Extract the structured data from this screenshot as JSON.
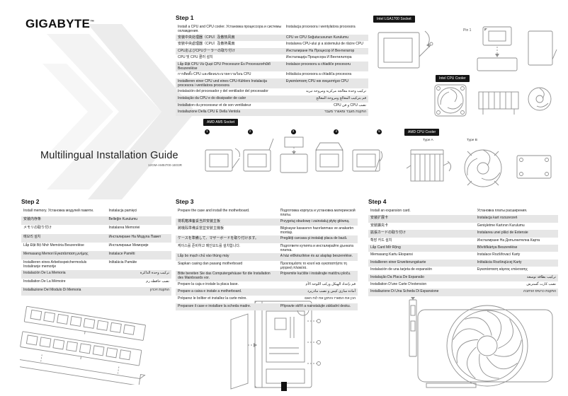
{
  "brand": {
    "name": "GIGABYTE",
    "tm": "™"
  },
  "title": "Multilingual Installation Guide",
  "part_code": "12GM-AM5I700-1E03R",
  "colors": {
    "label_bg": "#151515",
    "row_alt": "#e6e6e6",
    "text": "#1a1a1a",
    "line_art": "#8f8f8f"
  },
  "section_labels": {
    "intel_socket": "Intel LGA1700 Socket",
    "intel_cooler": "Intel CPU Cooler",
    "amd_socket": "AMD AM5 Socket",
    "amd_cooler": "AMD CPU Cooler",
    "type_a": "Type A",
    "type_b": "Type B",
    "pin1": "Pin 1"
  },
  "amd_step_numbers": [
    "1",
    "2",
    "3",
    "4",
    "5"
  ],
  "steps": [
    {
      "title": "Step 1",
      "rows": [
        {
          "left": "Install a CPU and CPU cooler. Установка процессора и системы охлаждения.",
          "right": "Instalacja procesora i wentylatora procesora"
        },
        {
          "left": "安装中央处理器（CPU）及散热风扇",
          "right": "CPU ve CPU Soğutucusunun Kurulumu"
        },
        {
          "left": "安裝中央處理器（CPU）及散熱風扇",
          "right": "Instalarea CPU-ului şi a sistemului de răcire CPU"
        },
        {
          "left": "CPUおよびCPUクーラーの取り付け",
          "right": "Инсталиране На Процесор И Вентилатор"
        },
        {
          "left": "CPU 및 CPU 쿨러 설치",
          "right": "Инсталација Процесора И Вентилатора"
        },
        {
          "left": "Lắp Đặt CPU Và Quạt CPU Processzor És Processzorhűtő Beszerelése",
          "right": "Instalace procesoru a chladiče procesoru"
        },
        {
          "left": "การติดตั้ง CPU และพัดลมระบายความร้อน CPU",
          "right": "Inštalácia procesora a chladiča procesora"
        },
        {
          "left": "Installieren einer CPU und eines CPU-Kühlers Instalacija procesora i ventilatora procesora",
          "right": "Εγκατάσταση CPU και ανεμιστήρα CPU"
        },
        {
          "left": "Instalación del procesador y del ventilador del procesador",
          "right": "تركيب وحدة معالجة مركزية ومروحة تبريد"
        },
        {
          "left": "Instalação da CPU e do dissipador de calor",
          "right": "قم بتركيب المعالج ومروحة المعالج"
        },
        {
          "left": "Installation du processeur et de son ventilateur",
          "right": "نصب CPU و فن CPU"
        },
        {
          "left": "Installazione Della CPU E Della Ventola",
          "right": "התקנת מעבד ומאוורר מעבד"
        }
      ]
    },
    {
      "title": "Step 2",
      "rows": [
        {
          "left": "Install memory. Установка модулей памяти.",
          "right": "Instalacja pamięci"
        },
        {
          "left": "安装内存条",
          "right": "Belleğin Kurulumu"
        },
        {
          "left": "メモリの取り付け",
          "right": "Instalarea Memoriei"
        },
        {
          "left": "메모리 설치",
          "right": "Инсталиране На Модула Памет"
        },
        {
          "left": "Lắp Đặt Bộ Nhớ Memória Beszerelése",
          "right": "Инсталирање Меморије"
        },
        {
          "left": "Memasang Memori Εγκατάσταση μνήμης",
          "right": "Instalace Paměti"
        },
        {
          "left": "Installieren eines Arbeitsspeichermoduls Instaliranje memorije",
          "right": "Inštalácia Pamäte"
        },
        {
          "left": "Instalación De La Memoria",
          "right": "تركيب وحدة الذاكرة"
        },
        {
          "left": "Installation De La Mémoire",
          "right": "نصب حافظه رم"
        },
        {
          "left": "Installazione Del Modulo Di Memoria",
          "right": "התקנת זיכרון"
        }
      ]
    },
    {
      "title": "Step 3",
      "rows": [
        {
          "left": "Prepare the case and install the motherboard.",
          "right": "Подготовка корпуса и установка материнской платы."
        },
        {
          "left": "将机箱准备妥当并安装主板",
          "right": "Przygotuj obudowę i zainstaluj płytę główną."
        },
        {
          "left": "將機殼準備妥當並安裝主機板",
          "right": "Bilgisayar kasasının hazırlanması ve anakartın montajı."
        },
        {
          "left": "ケースを準備して、マザーボードを取り付けます。",
          "right": "Pregătiţi carcasa şi instalaţi placa de bază."
        },
        {
          "left": "케이스를 준비하고 메인보드를 설치합니다.",
          "right": "Подгответе кутията и инсталирайте дънната платка."
        },
        {
          "left": "Lắp bo mạch chủ vào thùng máy",
          "right": "A ház előkészítése és az alaplap beszerelése."
        },
        {
          "left": "Siapkan casing dan pasang motherboard",
          "right": "Προετοιμάστε το κουτί και εγκαταστήστε τη μητρική πλακέτα."
        },
        {
          "left": "Bitte bereiten Sie das Computergehäuse für die Installation des Mainboards vor.",
          "right": "Pripremite kućište i instalirajte matičnu ploču."
        },
        {
          "left": "Prepare la caja e instale la placa base.",
          "right": "قم بإعداد الهيكل وركب اللوحة الأم"
        },
        {
          "left": "Prepare a caixa e instale a motherboard.",
          "right": "آماده سازی کیس و نصب مادربرد"
        },
        {
          "left": "Préparez le boîtier et installez la carte mère.",
          "right": "הכן את המארז והתקן את לוח האם"
        },
        {
          "left": "Preparare il case e installare la scheda madre.",
          "right": "Připravte skříň a nainstalujte základní desku."
        }
      ]
    },
    {
      "title": "Step 4",
      "rows": [
        {
          "left": "Install an expansion card.",
          "right": "Установка платы расширения."
        },
        {
          "left": "安装扩展卡",
          "right": "Instalacja kart rozszerzeń"
        },
        {
          "left": "安裝擴充卡",
          "right": "Genişletme Kartının Kurulumu"
        },
        {
          "left": "拡張カードの取り付け",
          "right": "Instalarea unei plăci de Extensie"
        },
        {
          "left": "확장 카드 설치",
          "right": "Инсталиране На Допълнителна Карта"
        },
        {
          "left": "Lắp Card Mở Rộng",
          "right": "Bővítőkártya Beszerelése"
        },
        {
          "left": "Memasang Kartu Ekspansi",
          "right": "Instalace Rozšiřovací Karty"
        },
        {
          "left": "Installieren einer Erweiterungskarte",
          "right": "Inštalácia Rozširujúcej Karty"
        },
        {
          "left": "Instalación de una tarjeta de expansión",
          "right": "Εγκατάσταση κάρτας επέκτασης"
        },
        {
          "left": "Instalação Da Placa De Expansão",
          "right": "تركيب بطاقة توسعة"
        },
        {
          "left": "Installation D'une Carte D'extension",
          "right": "نصب کارت گسترش"
        },
        {
          "left": "Installazione Di Una Scheda Di Espansione",
          "right": "התקנת כרטיס הרחבה"
        }
      ]
    }
  ]
}
